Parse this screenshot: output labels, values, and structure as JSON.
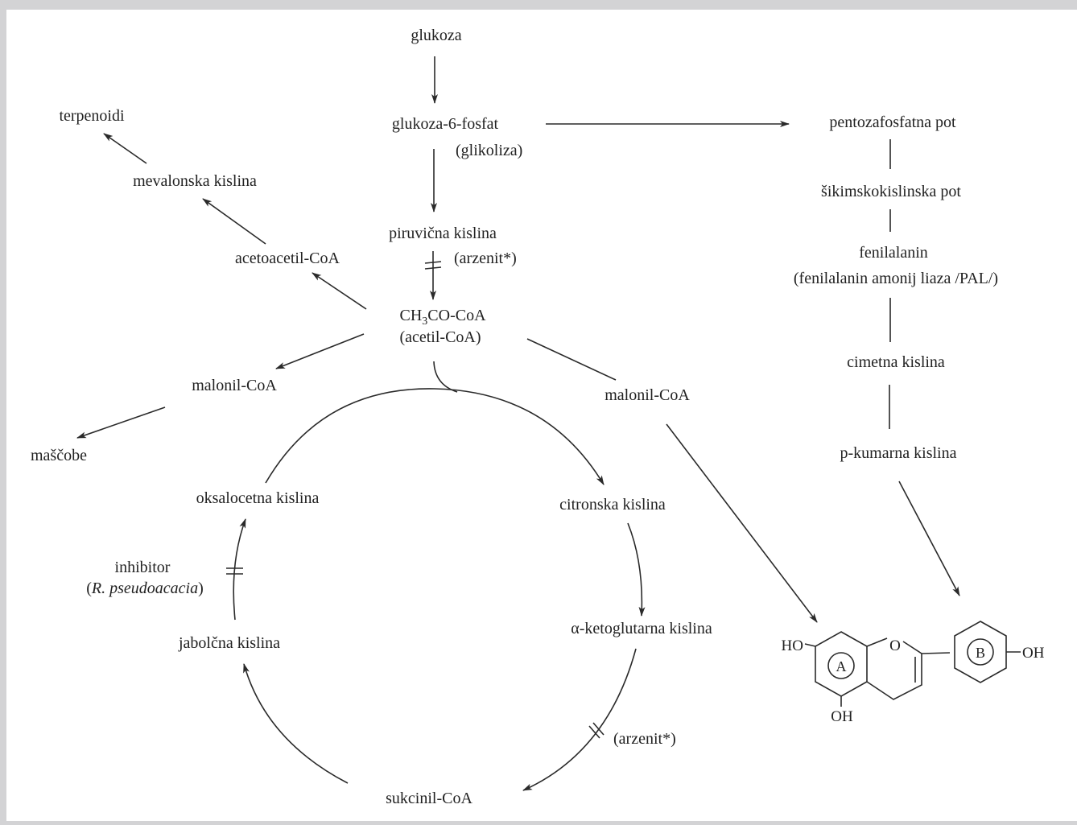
{
  "nodes": {
    "glukoza": "glukoza",
    "glukoza6fosfat": "glukoza-6-fosfat",
    "glikoliza": "(glikoliza)",
    "pentozafosfatna": "pentozafosfatna pot",
    "sikimsko": "šikimskokislinska pot",
    "fenilalanin": "fenilalanin",
    "pal": "(fenilalanin amonij liaza /PAL/)",
    "cimetna": "cimetna kislina",
    "kumarna": "p-kumarna kislina",
    "terpenoidi": "terpenoidi",
    "mevalonska": "mevalonska kislina",
    "acetoacetil": "acetoacetil-CoA",
    "piruvicna": "piruvična kislina",
    "arzenit_top": "(arzenit*)",
    "acetilcoa_1_pre": "CH",
    "acetilcoa_1_sub": "3",
    "acetilcoa_1_post": "CO-CoA",
    "acetilcoa_2": "(acetil-CoA)",
    "malonil_left": "malonil-CoA",
    "malonil_right": "malonil-CoA",
    "mascobe": "maščobe",
    "oksalocetna": "oksalocetna kislina",
    "citronska": "citronska kislina",
    "inhibitor": "inhibitor",
    "robinia_open": "(",
    "robinia": "R. pseudoacacia",
    "robinia_close": ")",
    "jabolcna": "jabolčna kislina",
    "ketoglutarna": "α-ketoglutarna kislina",
    "arzenit_bottom": "(arzenit*)",
    "sukcinil": "sukcinil-CoA"
  },
  "flavonoid": {
    "ho_left": "HO",
    "ring_a": "A",
    "ring_b": "B",
    "oxygen": "O",
    "oh_bottom": "OH",
    "oh_right": "OH"
  }
}
